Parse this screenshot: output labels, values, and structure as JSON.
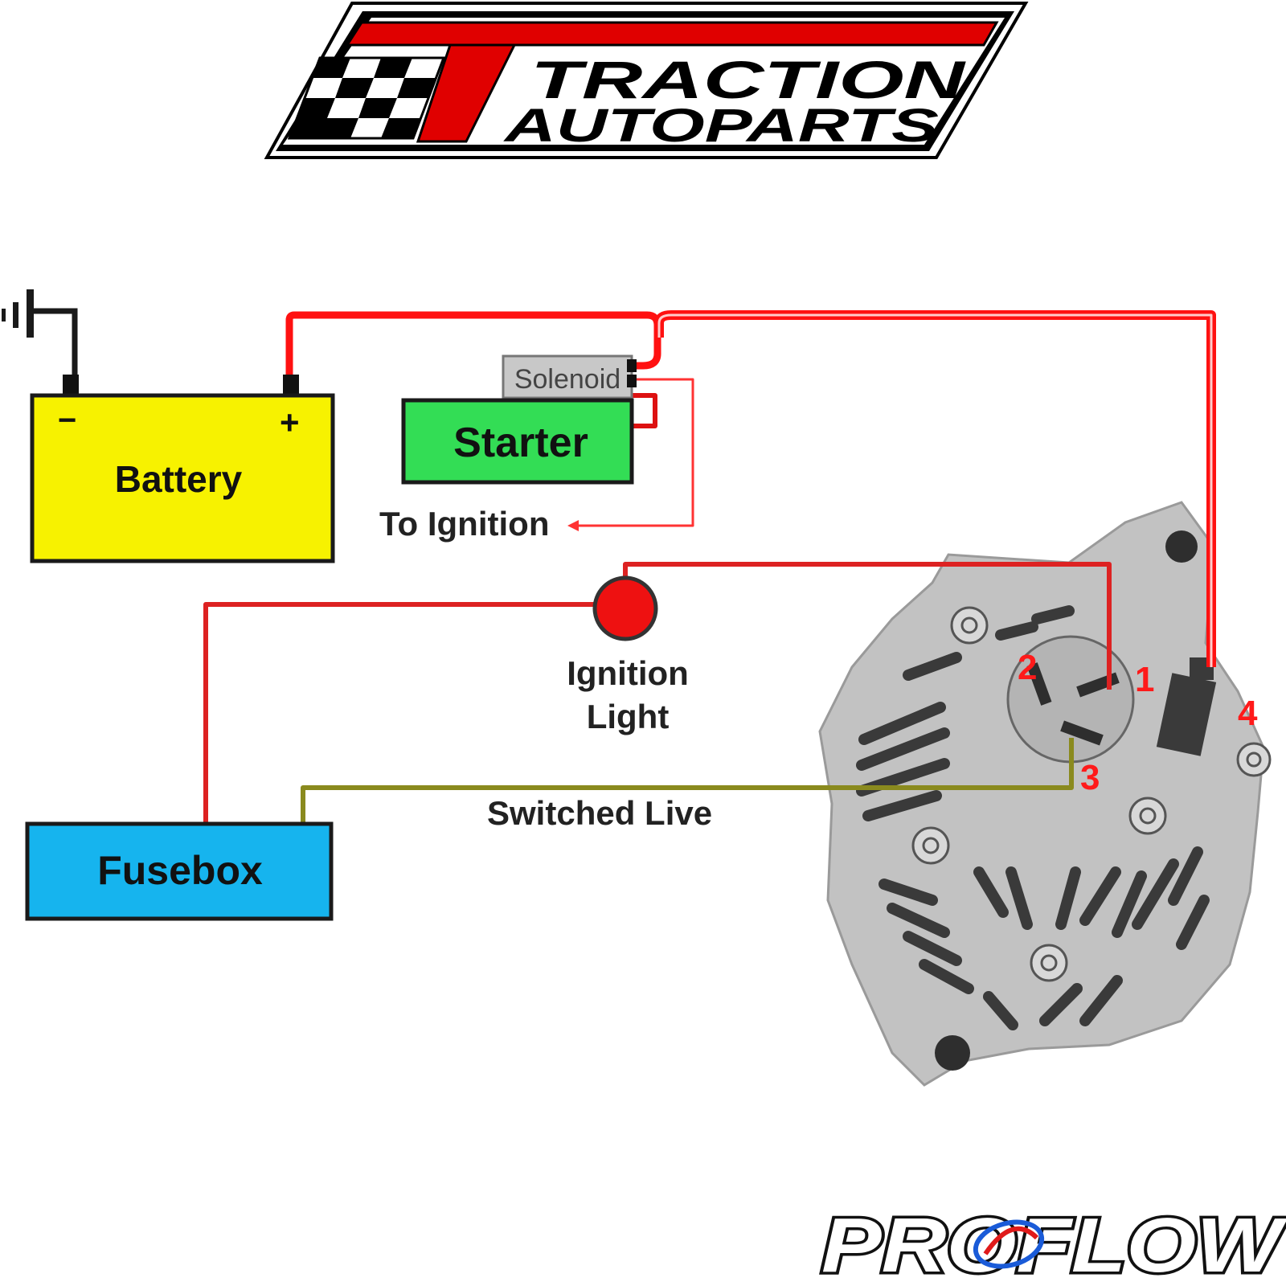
{
  "brand": {
    "top_logo_text": [
      "TRACTION",
      "AUTOPARTS"
    ],
    "bottom_logo_text": "PROFLOW"
  },
  "components": {
    "battery": {
      "label": "Battery",
      "neg": "−",
      "pos": "+"
    },
    "solenoid": {
      "label": "Solenoid"
    },
    "starter": {
      "label": "Starter"
    },
    "to_ignition": {
      "label": "To Ignition"
    },
    "ignition_light": {
      "label_line1": "Ignition",
      "label_line2": "Light"
    },
    "fusebox": {
      "label": "Fusebox"
    },
    "switched_live": {
      "label": "Switched Live"
    }
  },
  "alternator": {
    "terminals": [
      "1",
      "2",
      "3",
      "4"
    ]
  },
  "colors": {
    "wire_main": "#ff1111",
    "wire_light": "#dd2222",
    "wire_switched": "#8a8a1e",
    "battery": "#f7f200",
    "starter": "#33dd55",
    "fusebox": "#16b4ee",
    "solenoid": "#c8c8c8",
    "lamp": "#ee1111",
    "alternator_body": "#c2c2c2",
    "alternator_dark": "#3a3a3a"
  }
}
